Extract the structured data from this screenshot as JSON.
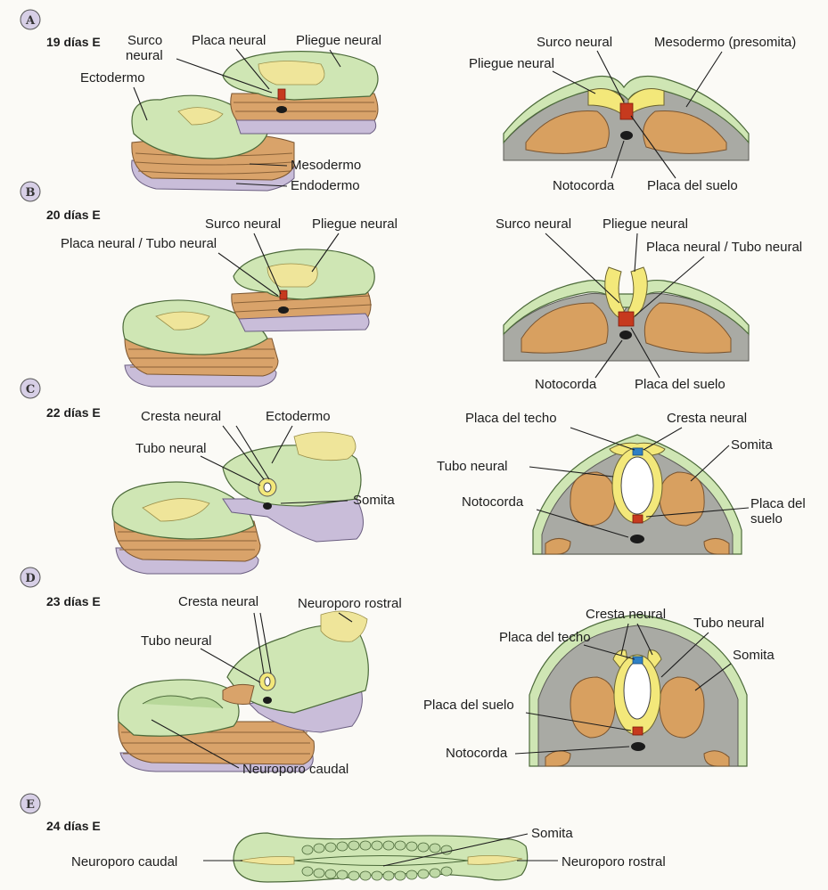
{
  "panels": [
    {
      "letter": "A",
      "day": "19 días E",
      "left_labels": {
        "surco_neural": [
          "Surco",
          "neural"
        ],
        "placa_neural": "Placa neural",
        "pliegue_neural": "Pliegue neural",
        "ectodermo": "Ectodermo",
        "mesodermo": "Mesodermo",
        "endodermo": "Endodermo"
      },
      "right_labels": {
        "surco_neural": "Surco neural",
        "mesodermo": "Mesodermo (presomita)",
        "pliegue_neural": "Pliegue neural",
        "notocorda": "Notocorda",
        "placa_suelo": "Placa del suelo"
      }
    },
    {
      "letter": "B",
      "day": "20 días E",
      "left_labels": {
        "surco_neural": "Surco neural",
        "pliegue_neural": "Pliegue neural",
        "placa_tubo": "Placa neural / Tubo neural"
      },
      "right_labels": {
        "surco_neural": "Surco neural",
        "pliegue_neural": "Pliegue neural",
        "placa_tubo": "Placa neural / Tubo neural",
        "notocorda": "Notocorda",
        "placa_suelo": "Placa del suelo"
      }
    },
    {
      "letter": "C",
      "day": "22 días E",
      "left_labels": {
        "cresta_neural": "Cresta neural",
        "ectodermo": "Ectodermo",
        "tubo_neural": "Tubo neural",
        "somita": "Somita"
      },
      "right_labels": {
        "placa_techo": "Placa del techo",
        "cresta_neural": "Cresta neural",
        "somita": "Somita",
        "tubo_neural": "Tubo neural",
        "notocorda": "Notocorda",
        "placa_suelo": [
          "Placa del",
          "suelo"
        ]
      }
    },
    {
      "letter": "D",
      "day": "23 días E",
      "left_labels": {
        "cresta_neural": "Cresta neural",
        "neuroporo_rostral": "Neuroporo rostral",
        "tubo_neural": "Tubo neural",
        "neuroporo_caudal": "Neuroporo caudal"
      },
      "right_labels": {
        "cresta_neural": "Cresta neural",
        "placa_techo": "Placa del techo",
        "tubo_neural": "Tubo neural",
        "somita": "Somita",
        "placa_suelo": "Placa del suelo",
        "notocorda": "Notocorda"
      }
    },
    {
      "letter": "E",
      "day": "24 días E",
      "labels": {
        "somita": "Somita",
        "neuroporo_caudal": "Neuroporo caudal",
        "neuroporo_rostral": "Neuroporo rostral"
      }
    }
  ],
  "colors": {
    "ectoderm": "#cfe6b4",
    "neural_plate": "#efe59a",
    "mesoderm": "#d9a36a",
    "endoderm": "#c9bdd9",
    "floor_plate": "#c63a1e",
    "roof_plate": "#2f7fc4",
    "notochord": "#1b1b1b"
  }
}
